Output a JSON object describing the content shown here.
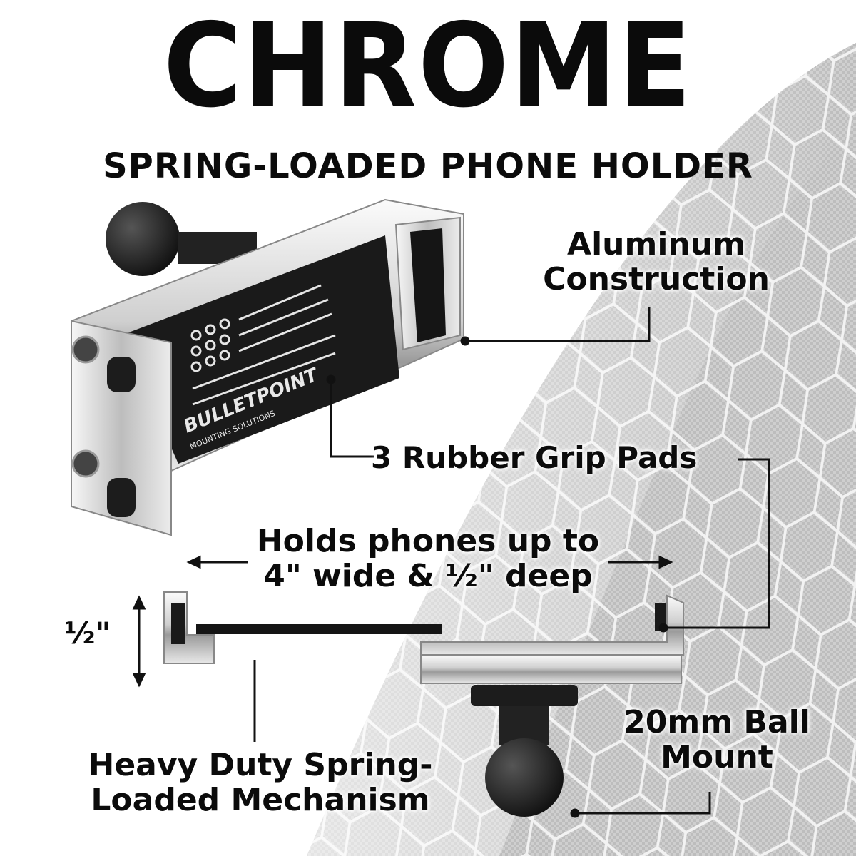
{
  "heading": {
    "title": "CHROME",
    "subtitle": "SPRING-LOADED PHONE HOLDER"
  },
  "brand": {
    "logo_text": "BULLETPOINT",
    "logo_tagline": "MOUNTING SOLUTIONS"
  },
  "callouts": {
    "aluminum": [
      "Aluminum",
      "Construction"
    ],
    "grip_pads": "3 Rubber Grip Pads",
    "holds": [
      "Holds phones up to",
      "4\" wide & ½\" deep"
    ],
    "half_inch": "½\"",
    "ball_mount": [
      "20mm Ball",
      "Mount"
    ],
    "spring": [
      "Heavy Duty Spring-",
      "Loaded Mechanism"
    ]
  },
  "colors": {
    "text": "#0b0b0b",
    "chrome": "#d9d9d9",
    "hex_pattern": "#c9c9c9",
    "rubber": "#1a1a1a"
  },
  "icons": [
    "leader-line",
    "dimension-arrow",
    "ball-mount"
  ]
}
